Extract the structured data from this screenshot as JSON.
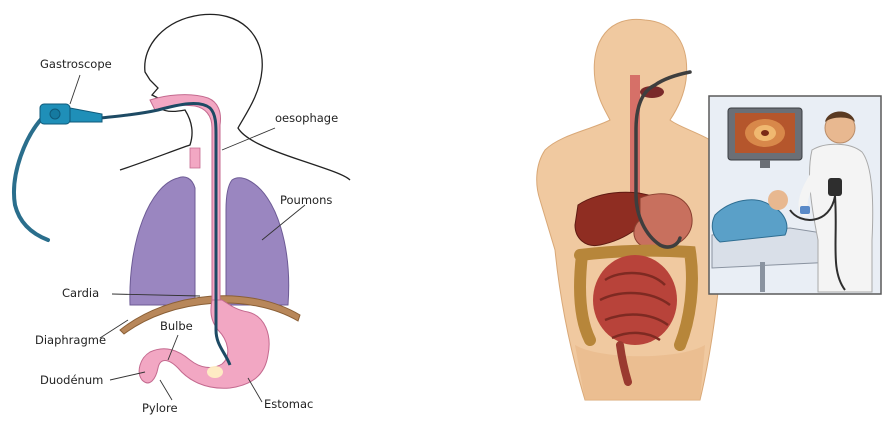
{
  "left_diagram": {
    "labels": {
      "gastroscope": "Gastroscope",
      "oesophage": "oesophage",
      "poumons": "Poumons",
      "cardia": "Cardia",
      "diaphragme": "Diaphragme",
      "bulbe": "Bulbe",
      "duodenum": "Duodénum",
      "pylore": "Pylore",
      "estomac": "Estomac"
    }
  },
  "colors": {
    "lung": "#9a86c0",
    "lung_stroke": "#6d5b95",
    "digestive_pink": "#f2a7c3",
    "pink_stroke": "#c46a8f",
    "scope_blue": "#1f8fb8",
    "scope_cable": "#2a6e8c",
    "diaphragm": "#b8875a",
    "skin": "#f0c9a0",
    "liver": "#8f2d22",
    "intestine": "#b8433a",
    "colon": "#b7863a",
    "coat": "#f4f4f4"
  }
}
